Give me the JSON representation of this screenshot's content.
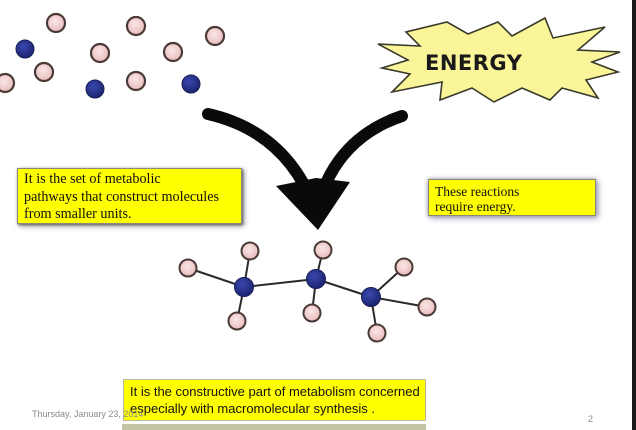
{
  "slide": {
    "energy_burst_label": "ENERGY",
    "callout_left": {
      "lines": [
        "It is the set of metabolic",
        "pathways that construct molecules",
        "from smaller units."
      ]
    },
    "callout_right": {
      "lines": [
        "These reactions",
        "require energy."
      ]
    },
    "definition": {
      "lines": [
        "It is the constructive part of metabolism concerned",
        "especially with macromolecular synthesis ."
      ]
    },
    "footer": {
      "date": "Thursday, January 23, 2014",
      "page_number": "2"
    }
  },
  "colors": {
    "callout_fill": "#ffff00",
    "burst_fill": "#fbf59a",
    "small_atom_fill": "#f4d2d2",
    "large_atom_fill": "#2a3590",
    "arrow": "#0a0a0a"
  }
}
